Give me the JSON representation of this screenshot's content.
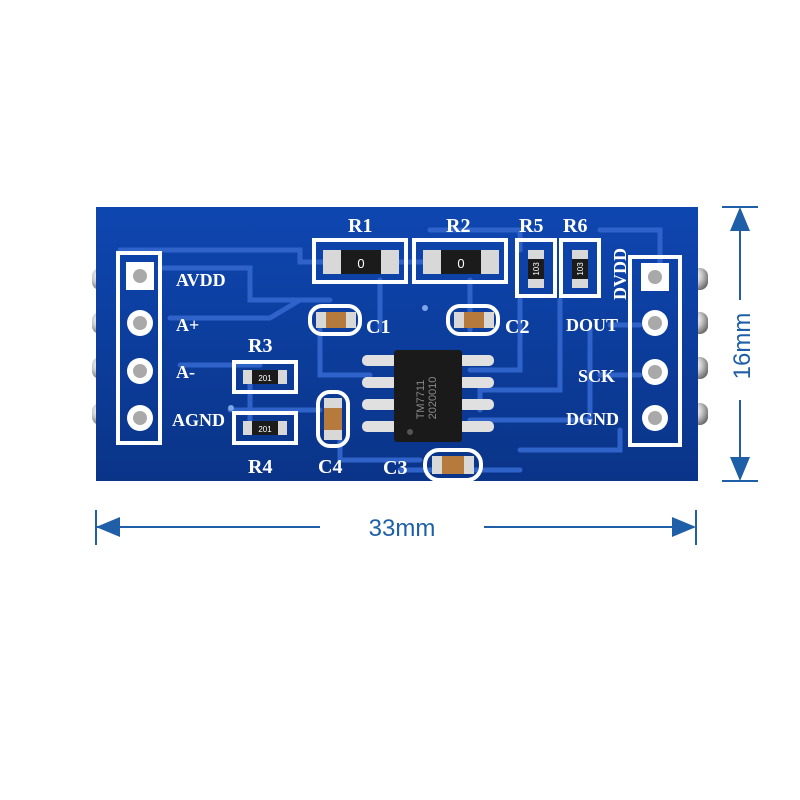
{
  "board": {
    "resistors": [
      "R1",
      "R2",
      "R5",
      "R6",
      "R3",
      "R4"
    ],
    "capacitors": [
      "C1",
      "C2",
      "C3",
      "C4"
    ],
    "left_pins": [
      "AVDD",
      "A+",
      "A-",
      "AGND"
    ],
    "right_pins": [
      "DVDD",
      "DOUT",
      "SCK",
      "DGND"
    ],
    "resistor_marking_top": "0",
    "resistor_marking_small": "103",
    "resistor_marking_side": "201",
    "chip_text": [
      "TM7711",
      "2020010"
    ]
  },
  "dimensions": {
    "width_label": "33mm",
    "height_label": "16mm"
  },
  "colors": {
    "pcb": "#0b3c9e",
    "trace": "#2f63c9",
    "silkscreen": "#ffffff",
    "dimension": "#1f5fa8"
  }
}
